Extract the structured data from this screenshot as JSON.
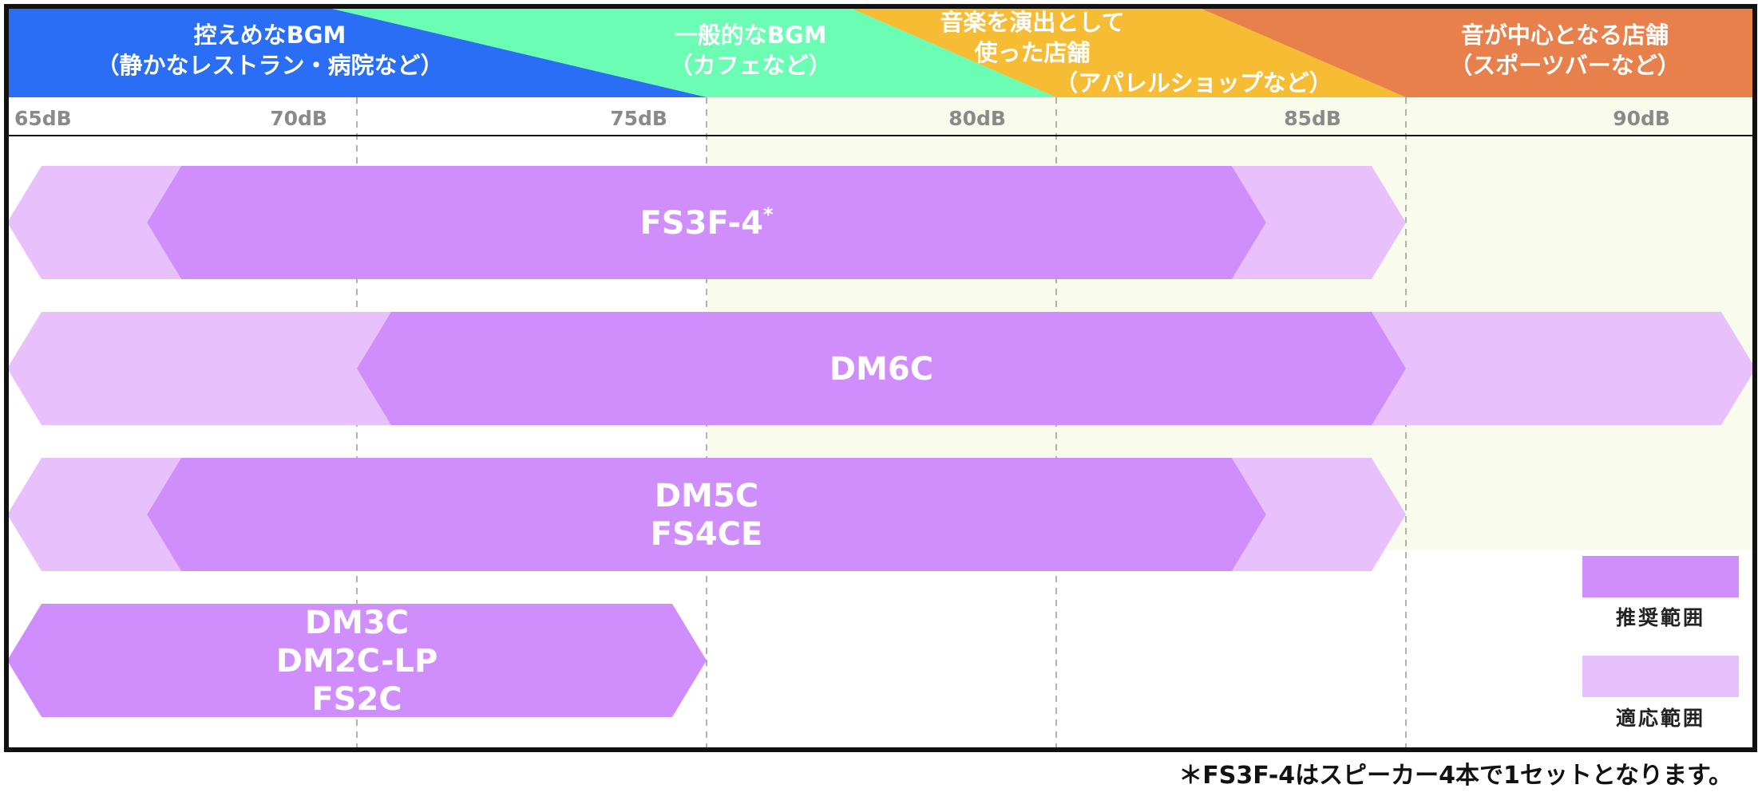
{
  "chart_data": {
    "type": "range",
    "x_unit": "dB",
    "xlim": [
      65,
      90
    ],
    "ticks": [
      {
        "value": 65,
        "label": "65dB"
      },
      {
        "value": 70,
        "label": "70dB"
      },
      {
        "value": 75,
        "label": "75dB"
      },
      {
        "value": 80,
        "label": "80dB"
      },
      {
        "value": 85,
        "label": "85dB"
      },
      {
        "value": 90,
        "label": "90dB"
      }
    ],
    "gridlines_dB": [
      70,
      75,
      80,
      85
    ],
    "zones": [
      {
        "name": "quiet",
        "lines": [
          "控えめなBGM",
          "（静かなレストラン・病院など）"
        ],
        "color": "#2a6ef6",
        "from": 65,
        "to": 75
      },
      {
        "name": "general",
        "lines": [
          "一般的なBGM",
          "（カフェなど）"
        ],
        "color": "#6cfdb4",
        "from": 70,
        "to": 80
      },
      {
        "name": "production",
        "lines": [
          "音楽を演出として",
          "使った店舗",
          "（アパレルショップなど）"
        ],
        "color": "#f6bc34",
        "from": 77,
        "to": 85
      },
      {
        "name": "central",
        "lines": [
          "音が中心となる店舗",
          "（スポーツバーなど）"
        ],
        "color": "#e8804c",
        "from": 82,
        "to": 90
      }
    ],
    "products": [
      {
        "label_lines": [
          "FS3F-4"
        ],
        "footnote_mark": "*",
        "suitable": [
          65,
          85
        ],
        "recommended": [
          67,
          83
        ]
      },
      {
        "label_lines": [
          "DM6C"
        ],
        "suitable": [
          65,
          90
        ],
        "recommended": [
          70,
          85
        ]
      },
      {
        "label_lines": [
          "DM5C",
          "FS4CE"
        ],
        "suitable": [
          65,
          85
        ],
        "recommended": [
          67,
          83
        ]
      },
      {
        "label_lines": [
          "DM3C",
          "DM2C-LP",
          "FS2C"
        ],
        "suitable": null,
        "recommended": [
          65,
          75
        ]
      }
    ],
    "legend": [
      {
        "key": "recommended",
        "label": "推奨範囲",
        "color": "#d08efc"
      },
      {
        "key": "suitable",
        "label": "適応範囲",
        "color": "#e8c0fc"
      }
    ],
    "footnote": "＊FS3F-4はスピーカー4本で1セットとなります。"
  },
  "colors": {
    "recommended": "#d08efc",
    "suitable": "#e8c0fc",
    "frame": "#111111",
    "grid": "#999999",
    "tick": "#8a8a8a",
    "high_zone_tint": "#f9fbec"
  }
}
